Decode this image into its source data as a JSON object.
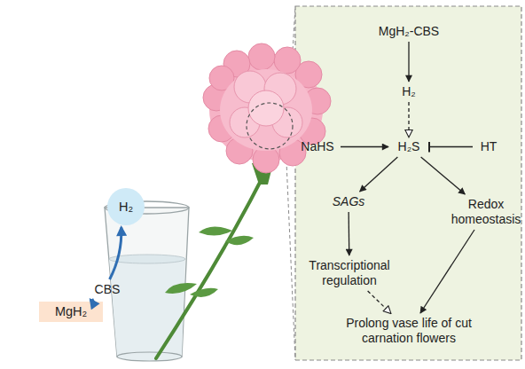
{
  "diagram": {
    "nodes": [
      {
        "text": [
          "MgH₂"
        ]
      },
      {
        "text": [
          "H₂"
        ]
      },
      {
        "text": [
          "CBS"
        ]
      },
      {
        "text": [
          "MgH₂-CBS"
        ]
      },
      {
        "text": [
          "H₂"
        ]
      },
      {
        "text": [
          "NaHS"
        ]
      },
      {
        "text": [
          "H₂S"
        ]
      },
      {
        "text": [
          "HT"
        ]
      },
      {
        "text": [
          "SAGs"
        ]
      },
      {
        "text": [
          "Redox homeostasis"
        ]
      },
      {
        "text": [
          "Transcriptional regulation"
        ]
      },
      {
        "text": [
          "Prolong vase life of cut carnation flowers"
        ]
      }
    ],
    "edges": [
      {
        "from": 0,
        "to": 2,
        "arrow": "to"
      },
      {
        "from": 2,
        "to": 1,
        "arrow": "to"
      },
      {
        "from": 3,
        "to": 4,
        "arrow": "to"
      },
      {
        "from": 4,
        "to": 6,
        "arrow": "to"
      },
      {
        "from": 5,
        "to": 6,
        "arrow": "to"
      },
      {
        "from": 7,
        "to": 6,
        "arrow": "to"
      },
      {
        "from": 6,
        "to": 8,
        "arrow": "to"
      },
      {
        "from": 6,
        "to": 9,
        "arrow": "to"
      },
      {
        "from": 8,
        "to": 10,
        "arrow": "to"
      },
      {
        "from": 10,
        "to": 11,
        "arrow": "to"
      },
      {
        "from": 9,
        "to": 11,
        "arrow": "to"
      }
    ]
  }
}
